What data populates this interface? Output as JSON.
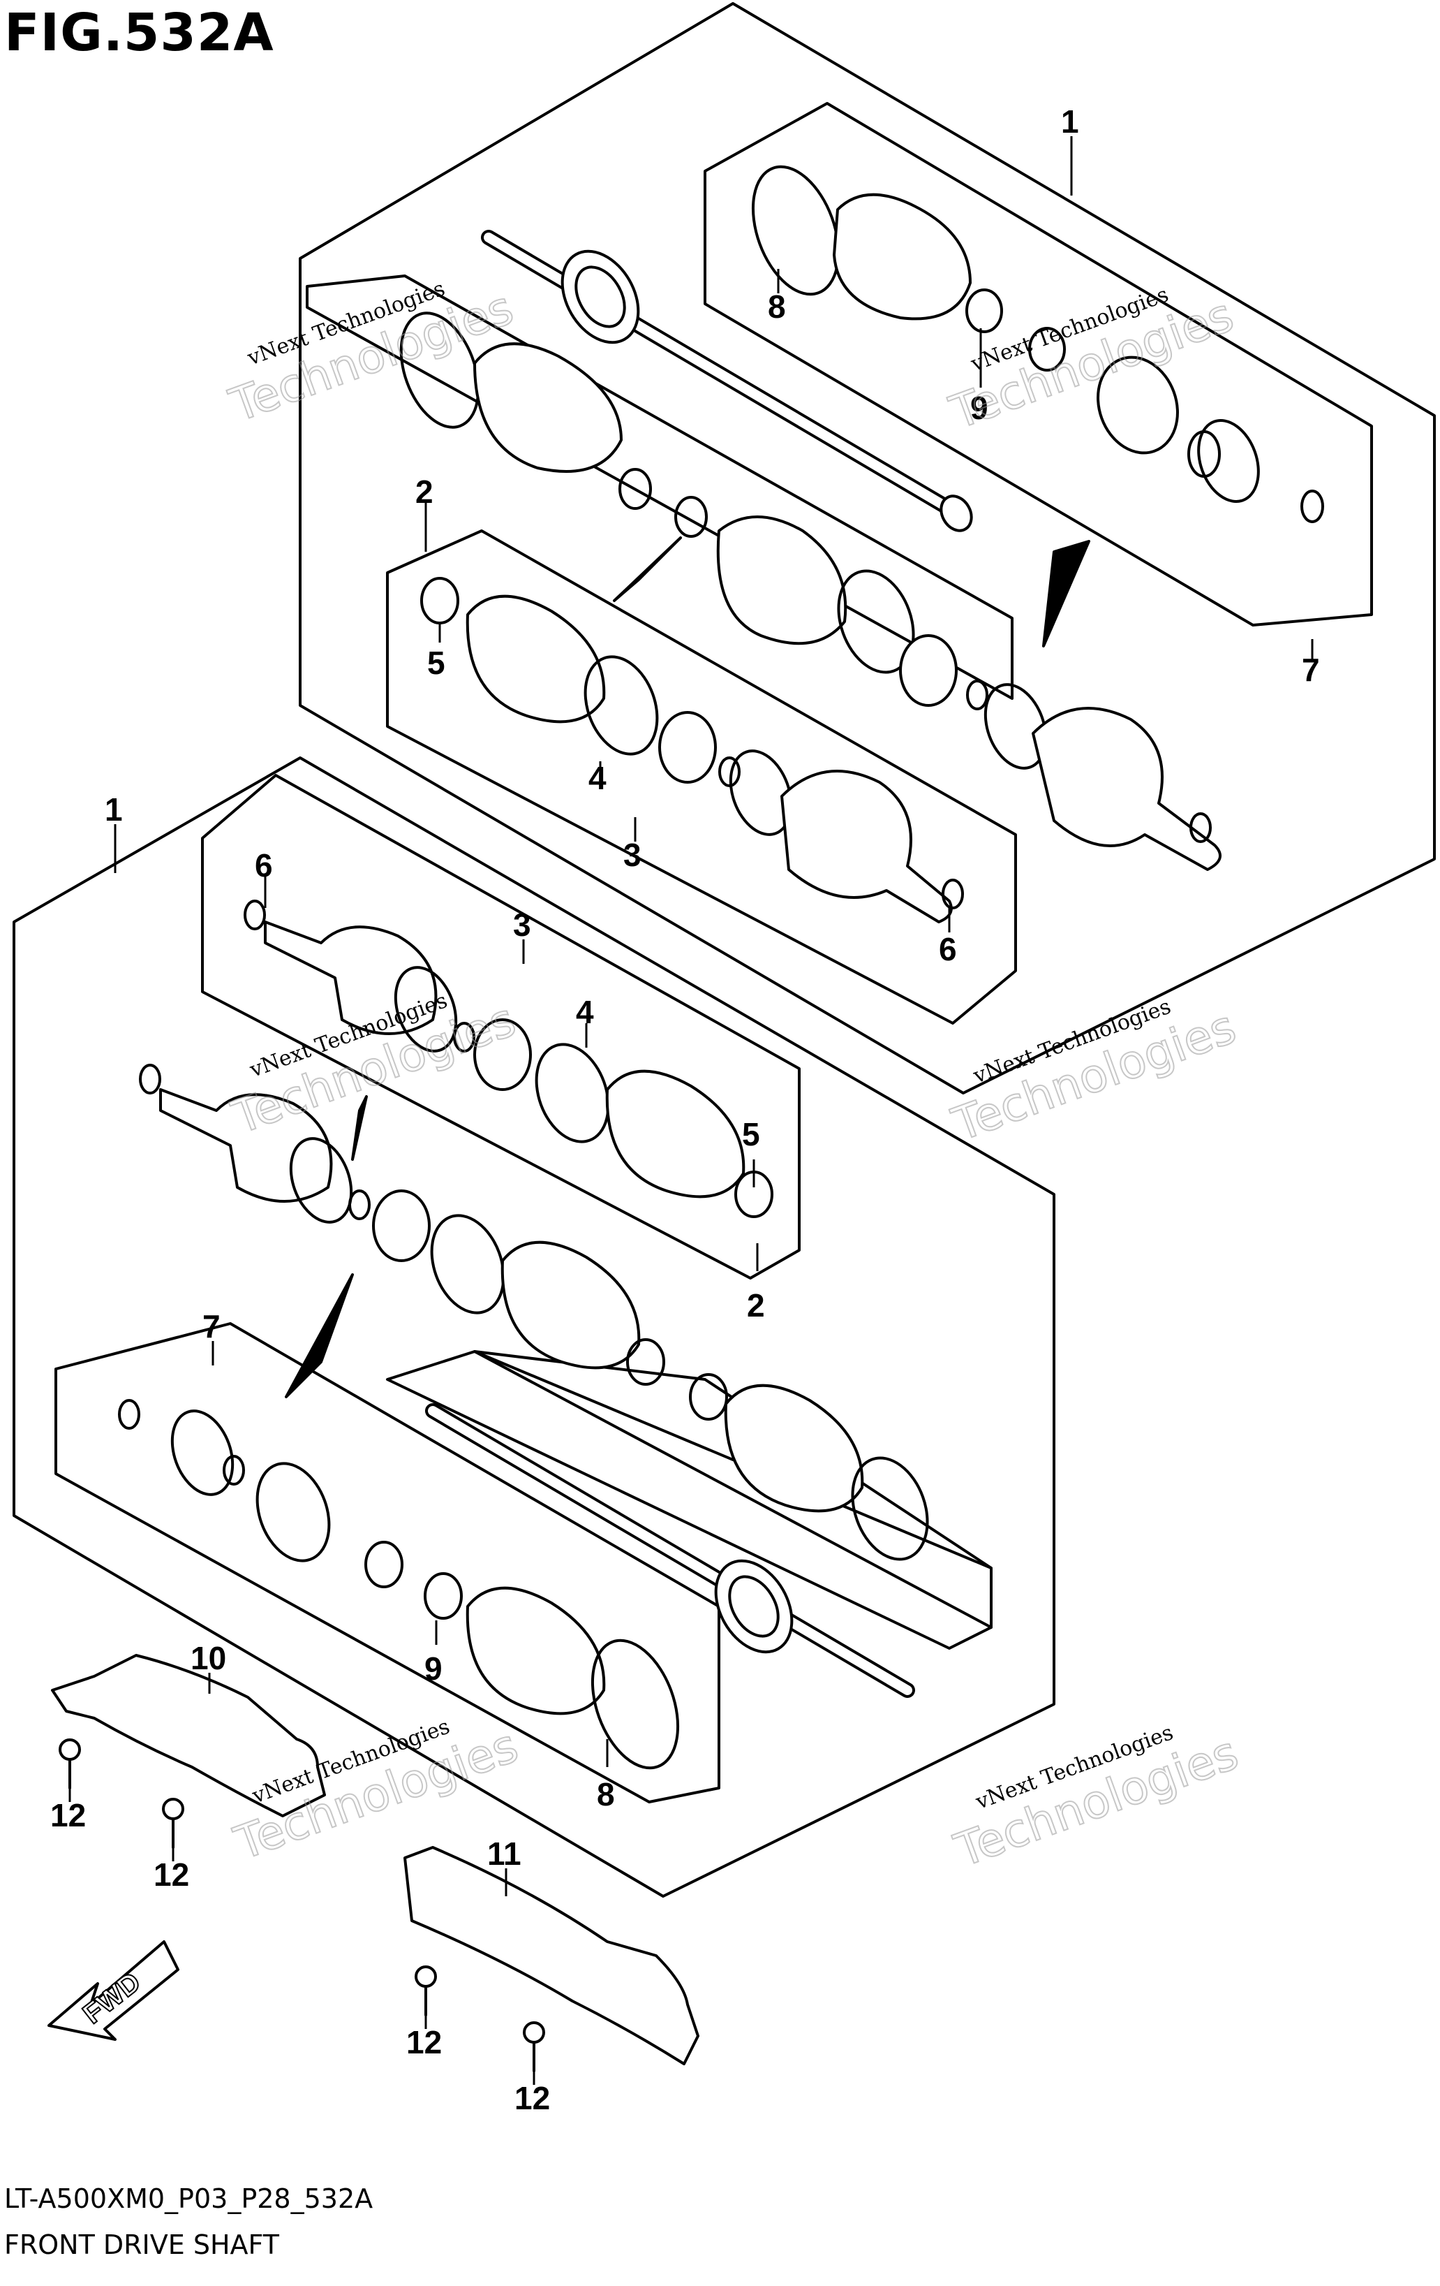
{
  "figure": {
    "title": "FIG.532A",
    "code": "LT-A500XM0_P03_P28_532A",
    "name": "FRONT DRIVE SHAFT"
  },
  "watermark": {
    "line1": "vNext Technologies",
    "line2": "Technologies"
  },
  "callouts": [
    "1",
    "8",
    "9",
    "7",
    "2",
    "5",
    "4",
    "3",
    "6",
    "1",
    "3",
    "6",
    "4",
    "5",
    "2",
    "7",
    "10",
    "9",
    "8",
    "12",
    "12",
    "11",
    "12",
    "12"
  ],
  "fwd_label": "FWD"
}
